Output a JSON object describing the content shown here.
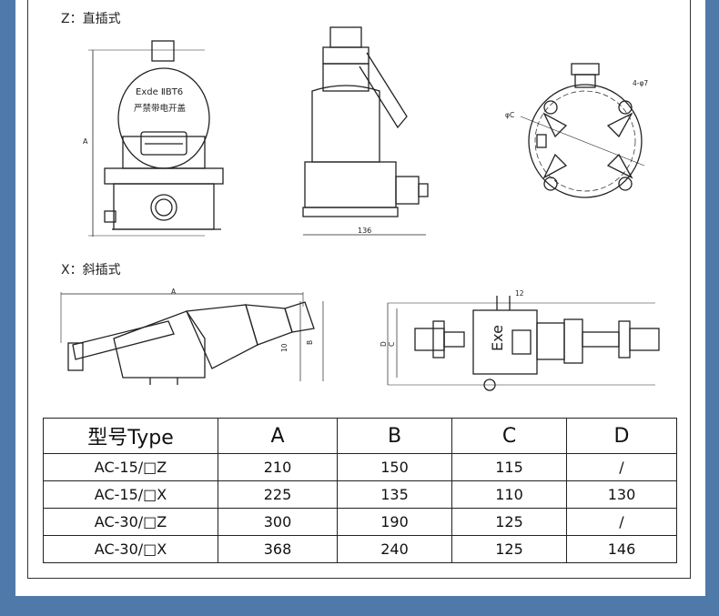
{
  "sections": {
    "straight_label": "Z：直插式",
    "angled_label": "X：斜插式"
  },
  "drawing_text": {
    "exde_mark": "Exde ⅡBT6",
    "warning": "严禁带电开盖",
    "exe_mark": "Exe",
    "dim_a": "A",
    "dim_b": "B",
    "dim_c": "C",
    "dim_d": "D",
    "dim_10": "10",
    "dim_12": "12",
    "dim_136": "136",
    "dim_phi_c": "φC",
    "dim_hole": "4-φ7"
  },
  "table": {
    "headers": [
      "型号Type",
      "A",
      "B",
      "C",
      "D"
    ],
    "rows": [
      [
        "AC-15/□Z",
        "210",
        "150",
        "115",
        "/"
      ],
      [
        "AC-15/□X",
        "225",
        "135",
        "110",
        "130"
      ],
      [
        "AC-30/□Z",
        "300",
        "190",
        "125",
        "/"
      ],
      [
        "AC-30/□X",
        "368",
        "240",
        "125",
        "146"
      ]
    ]
  },
  "colors": {
    "page_background": "#4f79a8",
    "sheet": "#ffffff",
    "line": "#222222"
  }
}
